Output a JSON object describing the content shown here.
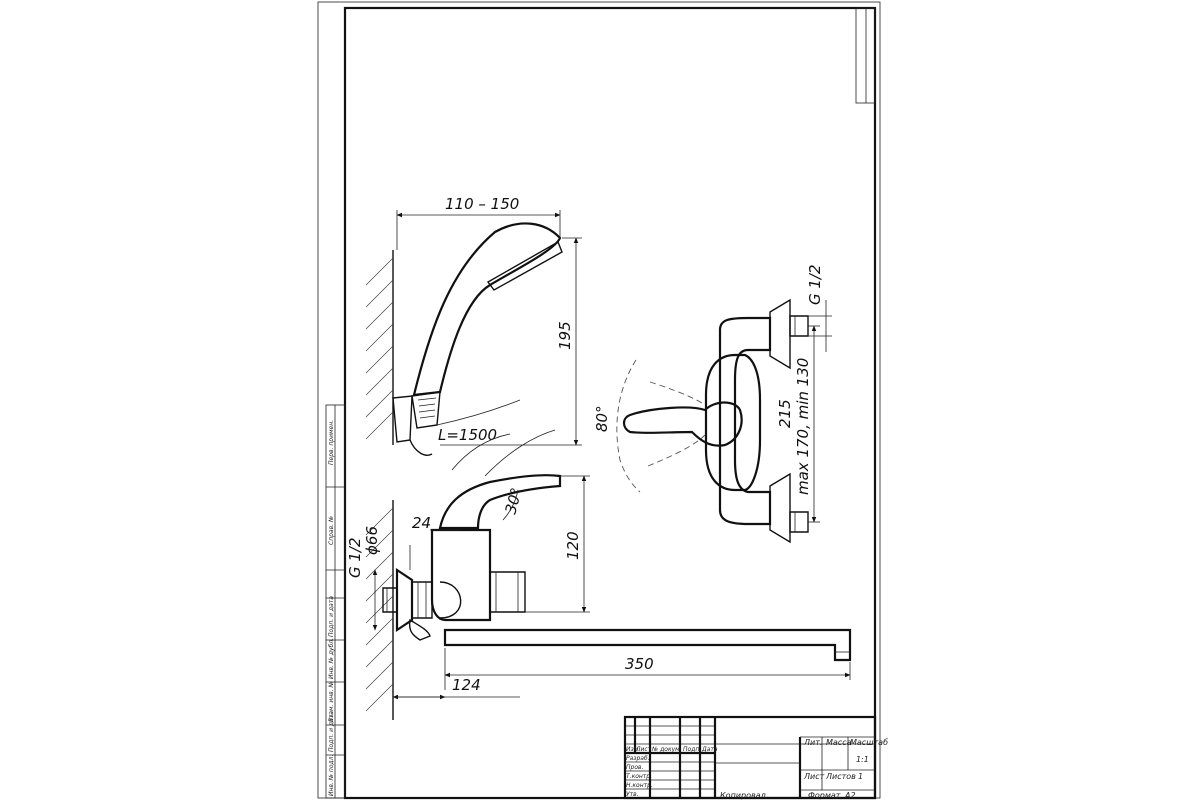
{
  "dimensions": {
    "handle_width": "110 – 150",
    "hose_length": "L=1500",
    "shower_height": "195",
    "thread_top": "G 1/2",
    "thread_left": "G 1/2",
    "diameter": "ϕ66",
    "angle_lever": "30°",
    "angle_swing": "80°",
    "lever_offset": "24",
    "body_height": "120",
    "spacing": "max 170, min 130",
    "height_right": "215",
    "spout_length": "350",
    "wall_offset": "124"
  },
  "title_block": {
    "header_labels": [
      "Изм.",
      "Лист",
      "№ докум.",
      "Подп.",
      "Дата"
    ],
    "role_labels": [
      "Разраб.",
      "Пров.",
      "Т.контр.",
      "",
      "Н.контр.",
      "Утв."
    ],
    "lit_label": "Лит.",
    "mass_label": "Масса",
    "scale_label": "Масштаб",
    "scale_value": "1:1",
    "sheet_label": "Лист",
    "sheets_label": "Листов",
    "sheets_value": "1",
    "copied_label": "Копировал",
    "format_label": "Формат",
    "format_value": "А2"
  },
  "side_stamps": [
    "Перв. примен.",
    "Справ. №",
    "Подп. и дата",
    "Инв. № дубл.",
    "Взам. инв. №",
    "Подп. и дата",
    "Инв. № подл."
  ]
}
